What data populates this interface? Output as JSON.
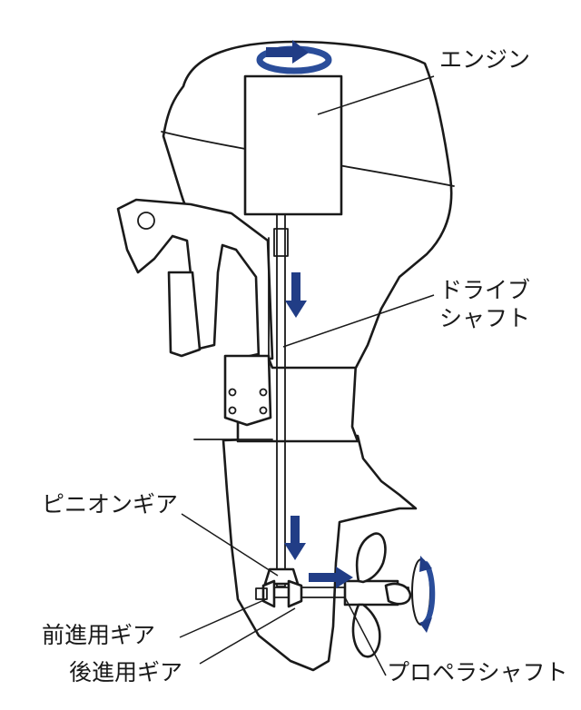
{
  "labels": {
    "engine": "エンジン",
    "drive_shaft_line1": "ドライブ",
    "drive_shaft_line2": "シャフト",
    "pinion_gear": "ピニオンギア",
    "forward_gear": "前進用ギア",
    "reverse_gear": "後進用ギア",
    "propeller_shaft": "プロペラシャフト"
  },
  "colors": {
    "arrow": "#213d86",
    "rotation_ring": "#2a4d9a",
    "outline": "#1a1a1a"
  }
}
